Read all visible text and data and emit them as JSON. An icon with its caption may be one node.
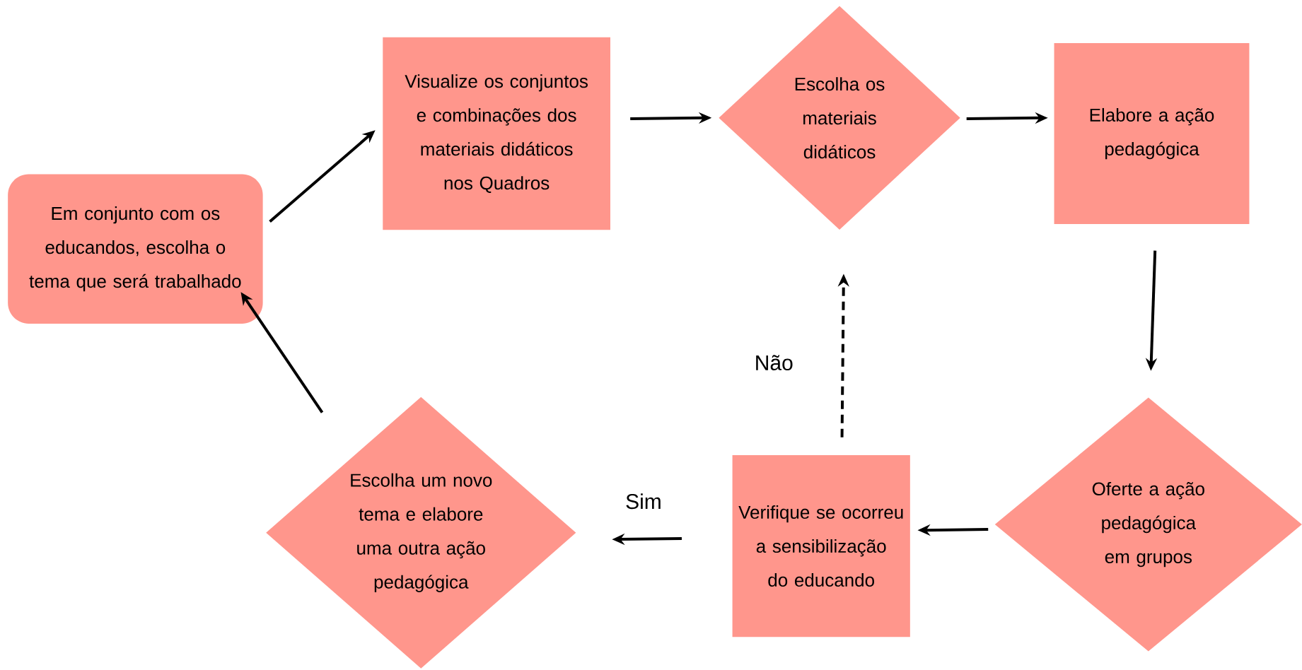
{
  "diagram": {
    "nodes": [
      {
        "text": [
          "Em conjunto com os educandos, escolha o tema que será trabalhado"
        ]
      },
      {
        "text": [
          "Visualize os conjuntos e combinações dos materiais didáticos nos Quadros"
        ]
      },
      {
        "text": [
          "Escolha os materiais didáticos"
        ]
      },
      {
        "text": [
          "Elabore a ação pedagógica"
        ]
      },
      {
        "text": [
          "Oferte a ação pedagógica em grupos"
        ]
      },
      {
        "text": [
          "Verifique se ocorreu a sensibilização do educando"
        ]
      },
      {
        "text": [
          "Escolha um novo tema e elabore uma outra ação pedagógica"
        ]
      }
    ],
    "edges": [
      {
        "from": 0,
        "to": 1,
        "arrow": "to"
      },
      {
        "from": 1,
        "to": 2,
        "arrow": "to"
      },
      {
        "from": 2,
        "to": 3,
        "arrow": "to"
      },
      {
        "from": 3,
        "to": 4,
        "arrow": "to"
      },
      {
        "from": 4,
        "to": 5,
        "arrow": "to"
      },
      {
        "from": 5,
        "to": 6,
        "arrow": "to",
        "label": "Sim"
      },
      {
        "from": 5,
        "to": 2,
        "arrow": "to",
        "label": "Não",
        "style": "dashed"
      },
      {
        "from": 6,
        "to": 0,
        "arrow": "to"
      }
    ]
  }
}
